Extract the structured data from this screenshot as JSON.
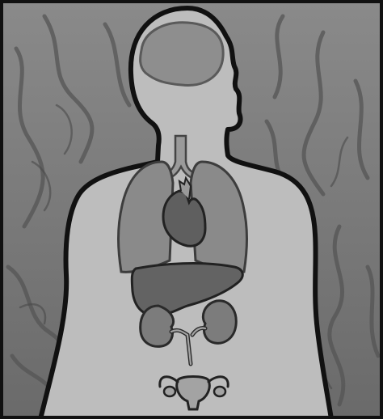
{
  "colors": {
    "background_wall": "#7a7a7a",
    "background_texture": "#5c5c5c",
    "glow": "#f2f2f2",
    "body_fill": "#bdbdbd",
    "outline": "#111111",
    "brain": "#8e8e8e",
    "lungs": "#8a8a8a",
    "trachea": "#9a9a9a",
    "heart": "#5f5f5f",
    "liver": "#636363",
    "kidneys": "#7c7c7c",
    "uterus": "#a3a3a3"
  },
  "organs": [
    "brain",
    "lungs",
    "trachea",
    "heart",
    "liver",
    "kidneys",
    "ureters-bladder",
    "uterus-ovaries"
  ]
}
